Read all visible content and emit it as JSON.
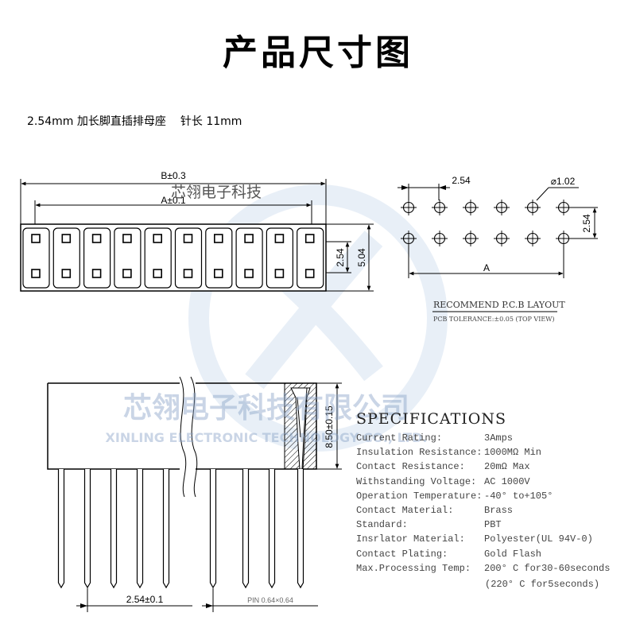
{
  "title": "产品尺寸图",
  "subtitle": {
    "main": "2.54mm 加长脚直插排母座",
    "pin": "针长 11mm"
  },
  "top_view": {
    "dim_b": "B±0.3",
    "dim_a": "A±0.1",
    "watermark": "芯翎电子科技",
    "dim_pitch": "2.54",
    "dim_width": "5.04"
  },
  "pcb_layout": {
    "dim_pitch": "2.54",
    "dim_hole": "⌀1.02",
    "dim_row": "2.54",
    "dim_a": "A",
    "caption": "RECOMMEND P.C.B LAYOUT",
    "tolerance": "PCB TOLERANCE:±0.05 (TOP VIEW)"
  },
  "side_view": {
    "dim_height": "8.50±0.15",
    "dim_pitch": "2.54±0.1",
    "dim_pin": "PIN 0.64×0.64",
    "watermark_cn": "芯翎电子科技有限公司",
    "watermark_en": "XINLING ELECTRONIC TECHNOLOGY CO., LTD."
  },
  "specs": {
    "heading": "SPECIFICATIONS",
    "rows": [
      {
        "label": "Current Rating:",
        "value": "3Amps"
      },
      {
        "label": "Insulation Resistance:",
        "value": "1000MΩ Min"
      },
      {
        "label": "Contact Resistance:",
        "value": "20mΩ Max"
      },
      {
        "label": "Withstanding Voltage:",
        "value": "AC 1000V"
      },
      {
        "label": "Operation Temperature:",
        "value": "-40° to+105°"
      },
      {
        "label": "Contact Material:",
        "value": "Brass"
      },
      {
        "label": "Standard:",
        "value": "PBT"
      },
      {
        "label": "Insrlator Material:",
        "value": "Polyester(UL 94V-0)"
      },
      {
        "label": "Contact Plating:",
        "value": "Gold Flash"
      },
      {
        "label": "Max.Processing Temp:",
        "value": "200° C for30-60seconds"
      }
    ],
    "extra": "(220° C for5seconds)"
  }
}
